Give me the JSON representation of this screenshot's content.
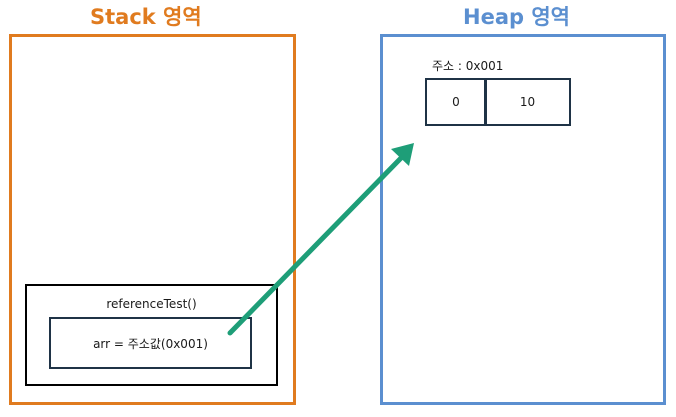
{
  "stack": {
    "title": "Stack 영역",
    "frame_label": "referenceTest()",
    "variable_text": "arr = 주소값(0x001)"
  },
  "heap": {
    "title": "Heap 영역",
    "address_label": "주소 : 0x001",
    "cells": [
      "0",
      "10"
    ]
  },
  "colors": {
    "stack_accent": "#e07b1f",
    "heap_accent": "#5b8fd0",
    "arrow": "#1e9e78",
    "box_border": "#1f3346"
  }
}
